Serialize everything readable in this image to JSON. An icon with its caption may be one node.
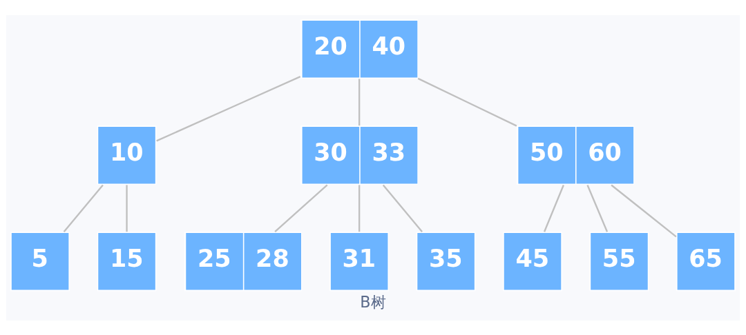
{
  "diagram": {
    "caption": "B树",
    "nodes": [
      {
        "text": [
          "20",
          "40"
        ]
      },
      {
        "text": [
          "10"
        ]
      },
      {
        "text": [
          "30",
          "33"
        ]
      },
      {
        "text": [
          "50",
          "60"
        ]
      },
      {
        "text": [
          "5"
        ]
      },
      {
        "text": [
          "15"
        ]
      },
      {
        "text": [
          "25",
          "28"
        ]
      },
      {
        "text": [
          "31"
        ]
      },
      {
        "text": [
          "35"
        ]
      },
      {
        "text": [
          "45"
        ]
      },
      {
        "text": [
          "55"
        ]
      },
      {
        "text": [
          "65"
        ]
      }
    ],
    "edges": [
      {
        "from": 0,
        "to": 1,
        "arrow": "none"
      },
      {
        "from": 0,
        "to": 2,
        "arrow": "none"
      },
      {
        "from": 0,
        "to": 3,
        "arrow": "none"
      },
      {
        "from": 1,
        "to": 4,
        "arrow": "none"
      },
      {
        "from": 1,
        "to": 5,
        "arrow": "none"
      },
      {
        "from": 2,
        "to": 6,
        "arrow": "none"
      },
      {
        "from": 2,
        "to": 7,
        "arrow": "none"
      },
      {
        "from": 2,
        "to": 8,
        "arrow": "none"
      },
      {
        "from": 3,
        "to": 9,
        "arrow": "none"
      },
      {
        "from": 3,
        "to": 10,
        "arrow": "none"
      },
      {
        "from": 3,
        "to": 11,
        "arrow": "none"
      }
    ]
  }
}
